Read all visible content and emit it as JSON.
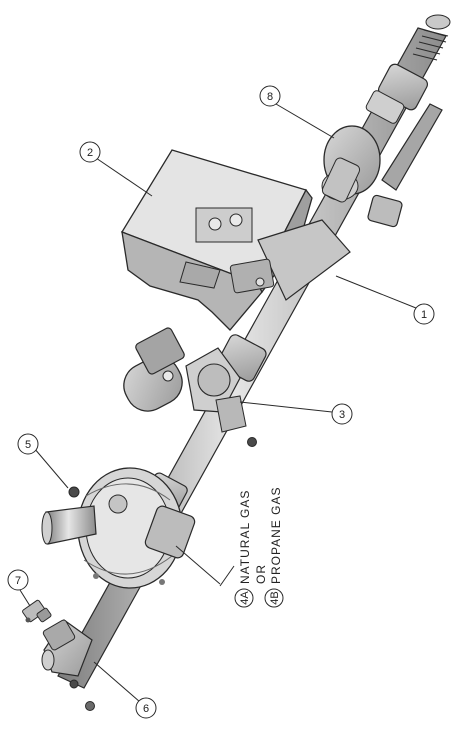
{
  "callouts": {
    "c1": "1",
    "c2": "2",
    "c3": "3",
    "c4a": "4A",
    "c4b": "4B",
    "c5": "5",
    "c6": "6",
    "c7": "7",
    "c8": "8"
  },
  "gas_note": {
    "line1": "NATURAL GAS",
    "line2": "OR",
    "line3": "PROPANE GAS"
  },
  "colors": {
    "line": "#2a2a2a",
    "part_fill": "#bdbdbd",
    "part_dark": "#8a8a8a",
    "part_light": "#e2e2e2"
  }
}
